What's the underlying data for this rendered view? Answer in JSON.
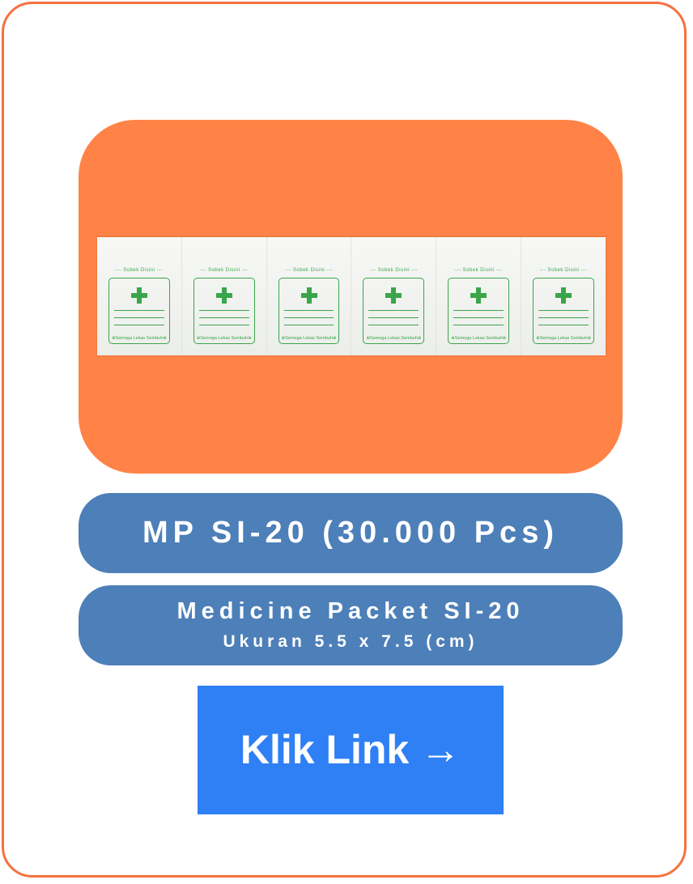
{
  "product": {
    "title": "MP SI-20 (30.000 Pcs)",
    "name": "Medicine Packet SI-20",
    "size": "Ukuran 5.5 x 7.5 (cm)"
  },
  "packet_print": {
    "tear_text": "--- Sobek Disini ---",
    "wish_text": "⊕Semoga Lekas Sembuh⊕",
    "count": 6,
    "cross_color": "#3aa54a"
  },
  "cta": {
    "label": "Klik Link →"
  },
  "colors": {
    "border": "#f5713f",
    "panel": "#ff8347",
    "pill": "#4d7fb8",
    "button": "#2f7ff5"
  }
}
